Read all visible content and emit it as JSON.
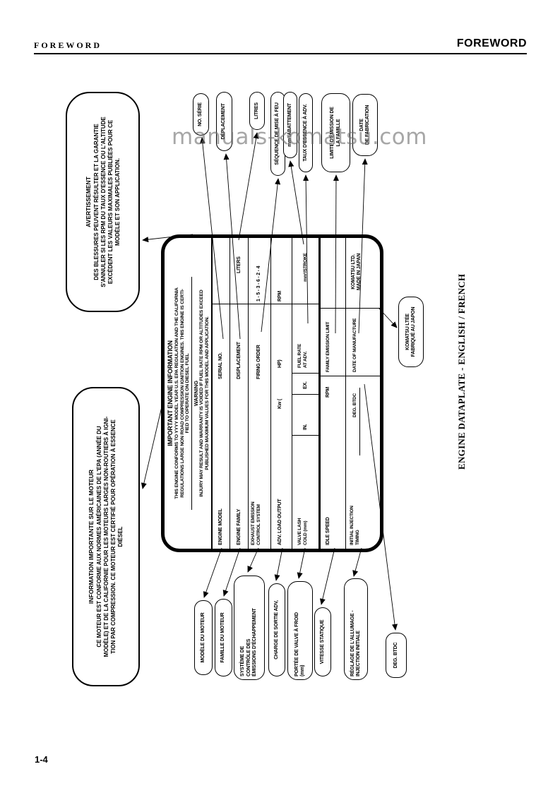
{
  "page": {
    "header_left": "FOREWORD",
    "header_right": "FOREWORD",
    "page_number": "1-4",
    "watermark": "manuals-komatsu.com",
    "caption": "ENGINE DATAPLATE - ENGLISH / FRENCH"
  },
  "warning_box": {
    "title": "AVERTISSEMENT",
    "lines": [
      "DES BLESSURES PEUVENT RÉSULTER ET LA GARANTIE",
      "S'ANNULER SI LES RPM DU TAUX D'ESSENCE OU L'ALTITUDE",
      "EXCÈDENT LES VALEURS MAXIMALES PUBLIÉES POUR CE",
      "MODÈLE ET SON APPLICATION."
    ]
  },
  "info_box": {
    "title": "INFORMATION IMPORTANTE SUR LE MOTEUR",
    "lines": [
      "CE MOTEUR EST CONFORME AUX NORMES AMÉRICAINES DE L'EPA (ANNÉE DU",
      "MODÈLE) ET DE LA CALIFORNIE POUR LES MOTEURS LARGES NON-ROUTIERS À IGNI-",
      "TION PAR COMPRESSION.  CE MOTEUR EST CERTIFIÉ POUR OPÉRATION À ESSENCE",
      "DIÉSEL"
    ]
  },
  "plate": {
    "title": "IMPORTANT ENGINE INFORMATION",
    "para": [
      "THIS ENGINE CONFORMS TO YYYY MODEL YEAR U.S. EPA REGULATION AND THE CALIFORNIA",
      "REGULATIONS LARGE NON ROAD COMPRESSION IGNITION ENGINES. THIS ENGINE IS CERTI-",
      "FIED TO OPERATE ON DIESEL FUEL"
    ],
    "warning_title": "WARNING",
    "warning_para": [
      "INJURY MAY RESULT AND WARRANTY IS VOIDED IF FUEL RATE RPM OR ALTITUDES EXCEED",
      "PUBLISHED MAXIMUM VALUES FOR THIS MODEL AND APPLICATION."
    ],
    "fields": {
      "engine_model": "ENGINE MODEL",
      "serial_no": "SERIAL NO.",
      "engine_family": "ENGINE FAMILY",
      "displacement": "DISPLACEMENT",
      "liters": "LITERS",
      "exhaust": "EXHAUST EMISSION\nCONTROL SYSTEM",
      "firing_order": "FIRING ORDER",
      "firing_order_value": "1 - 5 - 3 - 6 - 2 - 4",
      "adv_load": "ADV. LOAD OUTPUT",
      "kw": "Kw (",
      "hp": "HP)",
      "rpm": "RPM",
      "valve_lash": "VALVE LASH\nCOLD (mm)",
      "in": "IN.",
      "ex": "EX.",
      "fuel_rate": "FUEL RATE\nAT ADV.",
      "stroke": "mm³/STROKE",
      "idle_speed": "IDLE SPEED",
      "rpm2": "RPM",
      "family_emission": "FAMILY EMISSION LIMIT",
      "initial_injection": "INITIAL INJECTION\nTIMING",
      "deg_btdc": "DEG. BTDC",
      "date_mfg": "DATE OF MANUFACTURE",
      "komatsu": "KOMATSU LTD.\nMADE IN JAPAN"
    }
  },
  "french_callouts": {
    "no_serie": "NO. SÉRIE",
    "deplacement": "DÉPLACEMENT",
    "litres": "LITRES",
    "sequence": "SÉQUENCE DE MISE À FEU",
    "abattement": "mm³/ABATTEMENT",
    "taux": "TAUX D'ESSENCE  À ADV.",
    "limite": "LIMITE D'ÉMISSION DE\nLA FAMILLE",
    "date_fab": "DATE\nDE FABRICATION",
    "komatsu_ltee": "KOMATSU LTÉE\nFABRIQUÉ AU JAPON",
    "modele": "MODÈLE DU MOTEUR",
    "famille": "FAMILLE DU MOTEUR",
    "systeme": "SYSTÈME DE\nCONTRÔLE DES\nÉMISSIONS D'ÉCHAPPEMENT",
    "charge": "CHARGE DE SORTIE ADV,",
    "portee": "PORTÉE DE VALVE À FROID\n(mm)",
    "vitesse": "VITESSE STATIQUE",
    "reglage": "RÉGLAGE DE L'ALLUMAGE -\nINJECTION INITIALE",
    "deg_btdc": "DEG. BTDC"
  }
}
